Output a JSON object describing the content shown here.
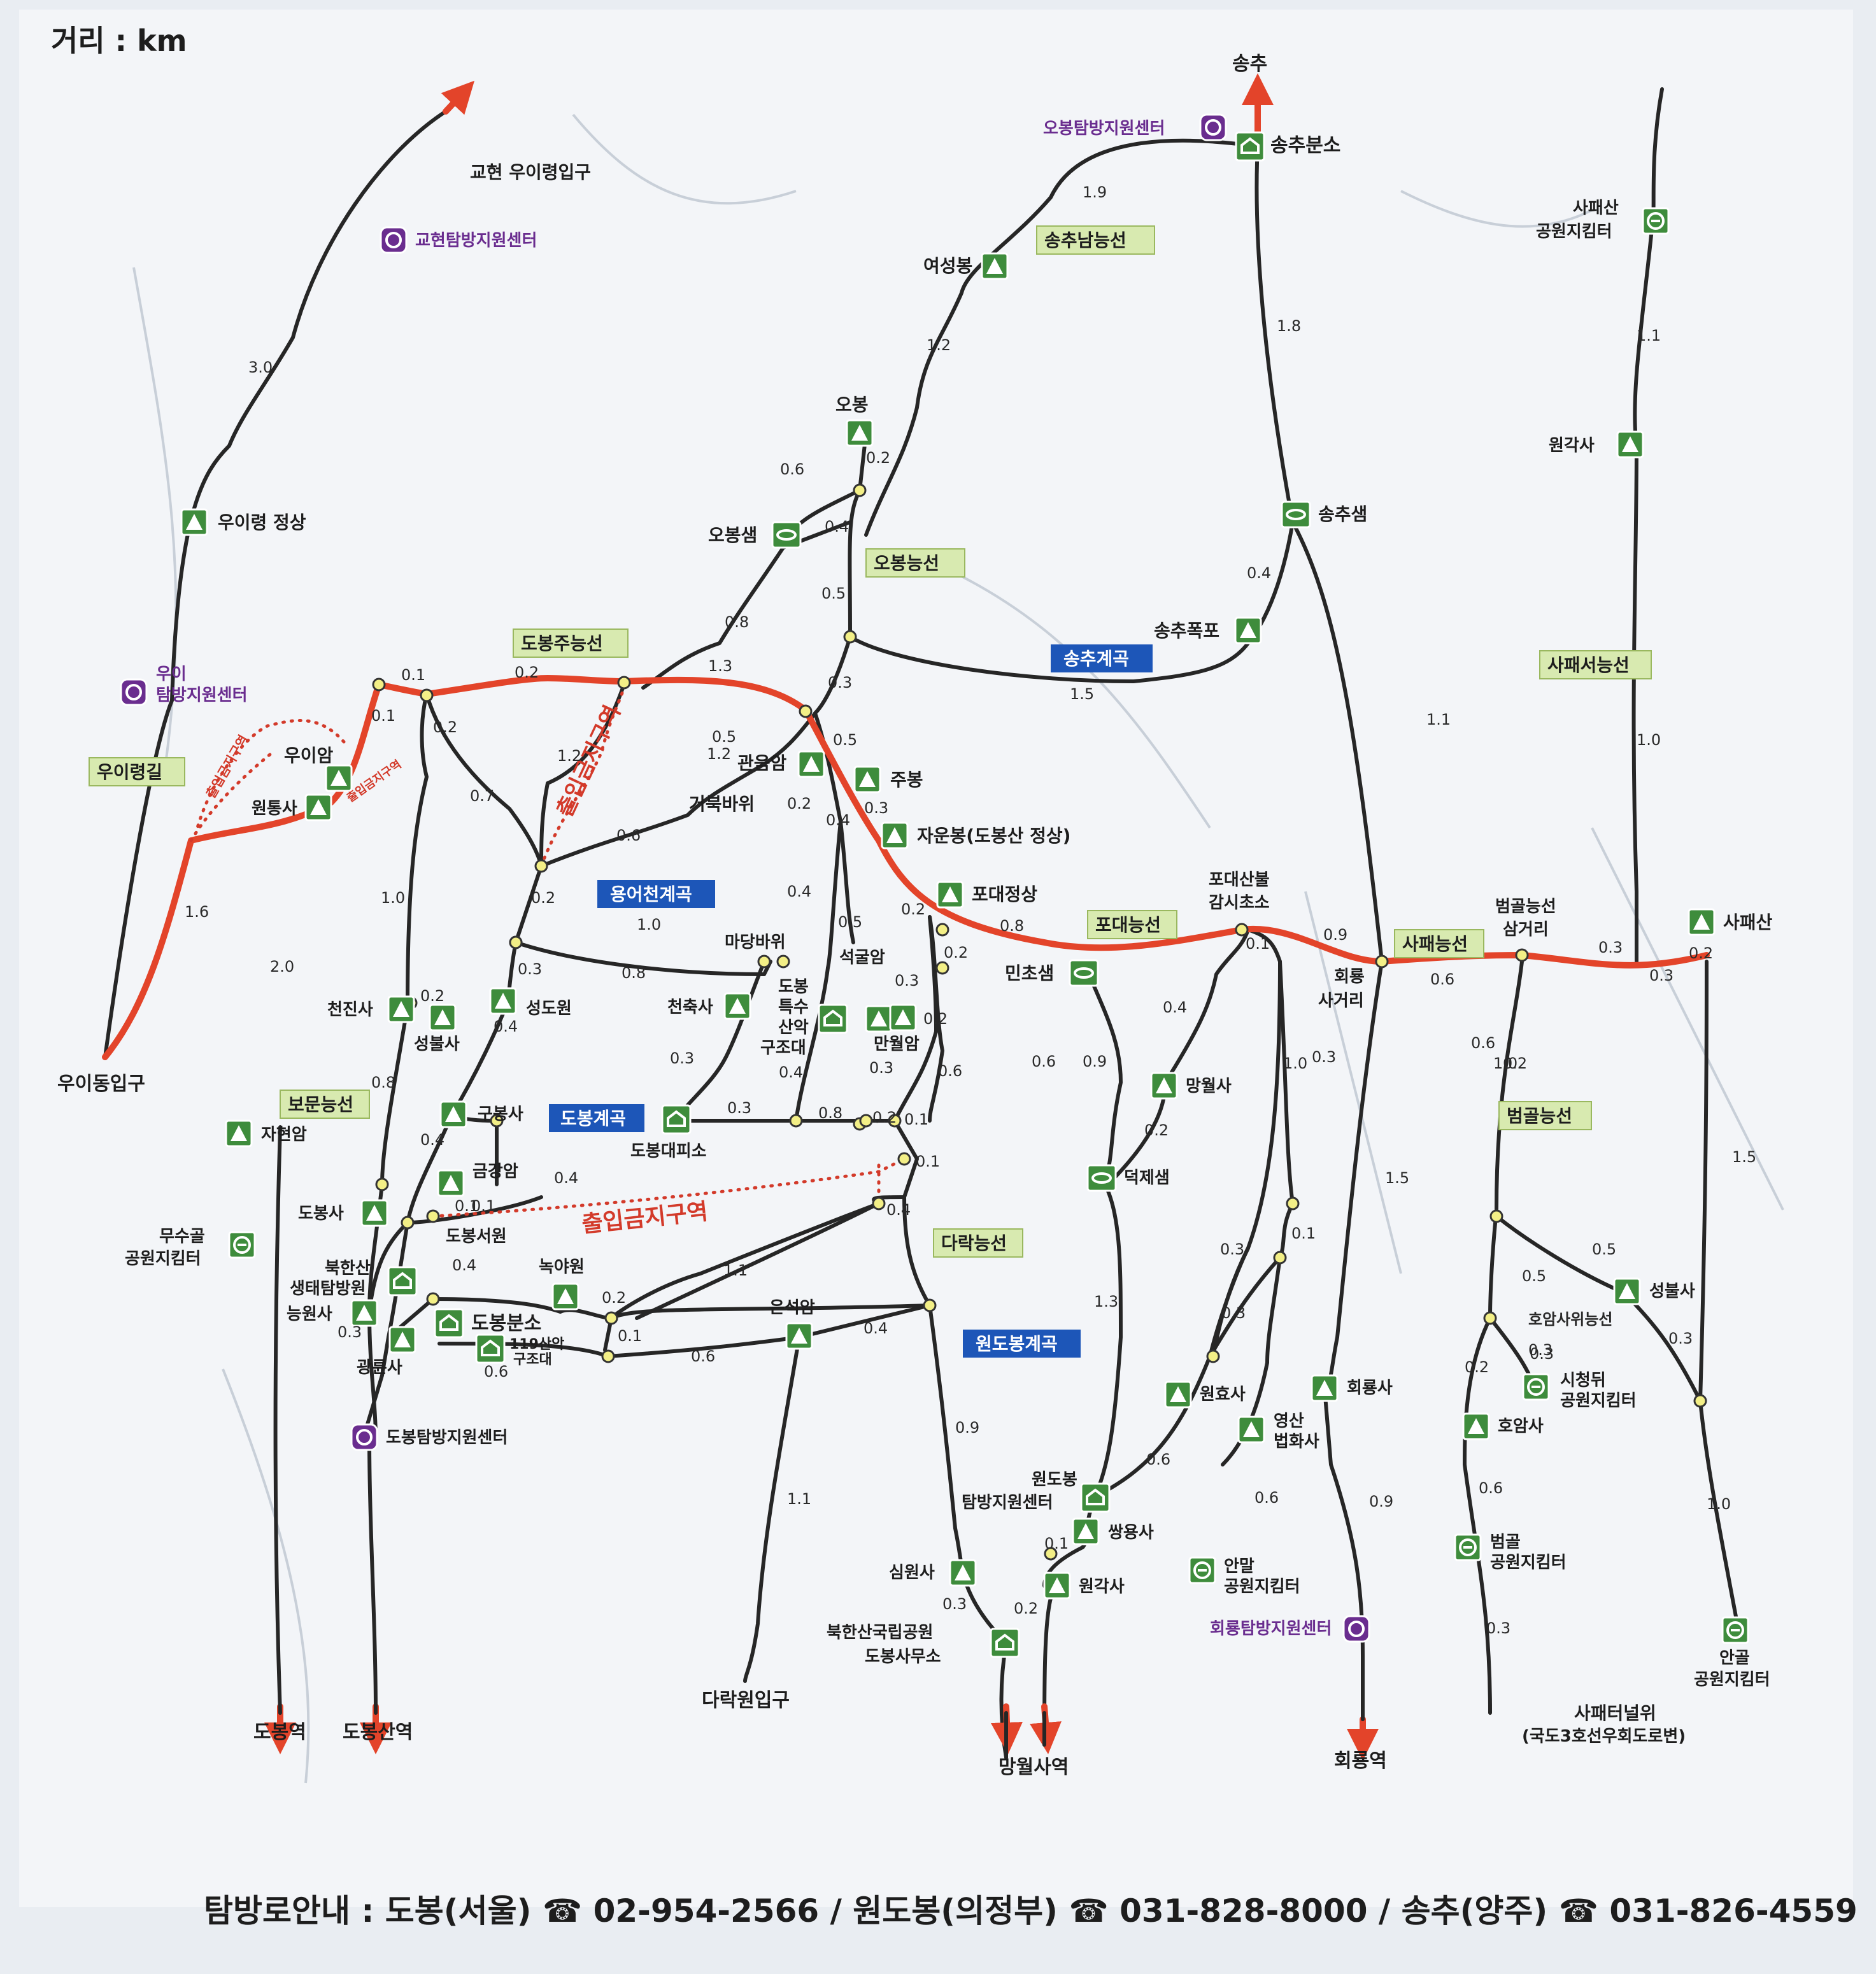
{
  "unit_label": "거리 : km",
  "colors": {
    "main_ridge": "#e3442a",
    "trail": "#262626",
    "peak_icon": "#3e8c3c",
    "center_icon": "#6a2d8f",
    "route_box": "#d8eab0",
    "valley_box": "#1d56b8",
    "restricted": "#d33a2a"
  },
  "destinations": {
    "songchu": "송추",
    "gyohyeon": "교현 우이령입구",
    "uidong": "우이동입구",
    "dobong_station": "도봉역",
    "dobongsan_station": "도봉산역",
    "darakwon": "다락원입구",
    "mangwolsa_station": "망월사역",
    "hoeryong_station": "회룡역",
    "sapae_tunnel": "사패터널위",
    "sapae_tunnel_note": "(국도3호선우회도로변)"
  },
  "route_names": {
    "songchu_south": "송추남능선",
    "obong": "오봉능선",
    "dobong_main": "도봉주능선",
    "uiryeong": "우이령길",
    "bomun": "보문능선",
    "darak": "다락능선",
    "podae": "포대능선",
    "sapae": "사패능선",
    "sapaeseo": "사패서능선",
    "beomgol": "범골능선",
    "hoamsa": "호암사위능선"
  },
  "valleys": {
    "songchu": "송추계곡",
    "yongeocheon": "용어천계곡",
    "dobong": "도봉계곡",
    "wondobong": "원도봉계곡"
  },
  "restricted": {
    "label": "출입금지구역"
  },
  "centers": {
    "obong": "오봉탐방지원센터",
    "gyohyeon": "교현탐방지원센터",
    "ui_line1": "우이",
    "ui_line2": "탐방지원센터",
    "dobong": "도봉탐방지원센터",
    "wondobong_line1": "원도봉",
    "wondobong_line2": "탐방지원센터",
    "hoeryong": "회룡탐방지원센터"
  },
  "places": {
    "songchu_branch": "송추분소",
    "yeoseongbong": "여성봉",
    "obong_peak": "오봉",
    "obongsaem": "오봉샘",
    "songchusaem": "송추샘",
    "songchu_fall": "송추폭포",
    "uiryeong_top": "우이령 정상",
    "uiam": "우이암",
    "wontongsa": "원통사",
    "gwaneumam": "관음암",
    "jubong": "주봉",
    "jaunbong": "자운봉(도봉산 정상)",
    "geobukbawi": "거북바위",
    "podae_peak": "포대정상",
    "minchosaem": "민초샘",
    "podae_post_line1": "포대산불",
    "podae_post_line2": "감시초소",
    "beomgol_jn_line1": "범골능선",
    "beomgol_jn_line2": "삼거리",
    "sapaesan": "사패산",
    "sapae_ranger_line1": "사패산",
    "sapae_ranger_line2": "공원지킴터",
    "wongaksa": "원각사",
    "hoeryong_jn_line1": "회룡",
    "hoeryong_jn_line2": "사거리",
    "madangbawi": "마당바위",
    "seokguram": "석굴암",
    "rescue_line1": "도봉",
    "rescue_line2": "특수",
    "rescue_line3": "산악",
    "rescue_line4": "구조대",
    "cheonchuksa": "천축사",
    "manwolam": "만월암",
    "cheonjinsa": "천진사",
    "seongbulsa": "성불사",
    "seongdowon": "성도원",
    "gubongsa": "구봉사",
    "geumgangam": "금강암",
    "dobong_shelter": "도봉대피소",
    "dobongsa": "도봉사",
    "dobong_seowon": "도봉서원",
    "nokyawon": "녹야원",
    "bukhan_eco_line1": "북한산",
    "bukhan_eco_line2": "생태탐방원",
    "neungwonsa": "능원사",
    "dobong_branch": "도봉분소",
    "rescue119_line1": "119산악",
    "rescue119_line2": "구조대",
    "gwangnyungsa": "광륜사",
    "jahyeonam": "자현암",
    "musugol_line1": "무수골",
    "musugol_line2": "공원지킴터",
    "eunseogam": "은석암",
    "mangwolsa": "망월사",
    "deokjesaem": "덕제샘",
    "wonhyosa": "원효사",
    "yeongsan_line1": "영산",
    "yeongsan_line2": "법화사",
    "ssangyongsa": "쌍용사",
    "wongaksa2": "원각사",
    "simwonsa": "심원사",
    "office_line1": "북한산국립공원",
    "office_line2": "도봉사무소",
    "anmal_line1": "안말",
    "anmal_line2": "공원지킴터",
    "hoeryongsa": "회룡사",
    "seongbulsa2": "성불사",
    "cityhall_line1": "시청뒤",
    "cityhall_line2": "공원지킴터",
    "hoamsa_temple": "호암사",
    "beomgol_ranger_line1": "범골",
    "beomgol_ranger_line2": "공원지킴터",
    "angol_line1": "안골",
    "angol_line2": "공원지킴터"
  },
  "distances": [
    {
      "id": "d1",
      "v": "1.9"
    },
    {
      "id": "d2",
      "v": "1.8"
    },
    {
      "id": "d3",
      "v": "1.1"
    },
    {
      "id": "d4",
      "v": "1.2"
    },
    {
      "id": "d5",
      "v": "3.0"
    },
    {
      "id": "d6",
      "v": "0.6"
    },
    {
      "id": "d7",
      "v": "0.2"
    },
    {
      "id": "d8",
      "v": "0.4"
    },
    {
      "id": "d9",
      "v": "0.5"
    },
    {
      "id": "d10",
      "v": "0.4"
    },
    {
      "id": "d11",
      "v": "0.8"
    },
    {
      "id": "d12",
      "v": "1.1"
    },
    {
      "id": "d13",
      "v": "1.5"
    },
    {
      "id": "d14",
      "v": "0.3"
    },
    {
      "id": "d15",
      "v": "0.1"
    },
    {
      "id": "d16",
      "v": "0.2"
    },
    {
      "id": "d17",
      "v": "1.3"
    },
    {
      "id": "d18",
      "v": "0.1"
    },
    {
      "id": "d19",
      "v": "0.2"
    },
    {
      "id": "d20",
      "v": "1.2"
    },
    {
      "id": "d21",
      "v": "0.5"
    },
    {
      "id": "d22",
      "v": "0.5"
    },
    {
      "id": "d23",
      "v": "1.2"
    },
    {
      "id": "d24",
      "v": "1.0"
    },
    {
      "id": "d25",
      "v": "0.7"
    },
    {
      "id": "d26",
      "v": "0.2"
    },
    {
      "id": "d27",
      "v": "0.3"
    },
    {
      "id": "d28",
      "v": "0.6"
    },
    {
      "id": "d29",
      "v": "0.4"
    },
    {
      "id": "d30",
      "v": "1.6"
    },
    {
      "id": "d31",
      "v": "1.0"
    },
    {
      "id": "d32",
      "v": "0.2"
    },
    {
      "id": "d33",
      "v": "0.4"
    },
    {
      "id": "d34",
      "v": "1.0"
    },
    {
      "id": "d35",
      "v": "0.5"
    },
    {
      "id": "d36",
      "v": "0.2"
    },
    {
      "id": "d37",
      "v": "0.8"
    },
    {
      "id": "d38",
      "v": "0.9"
    },
    {
      "id": "d39",
      "v": "0.1"
    },
    {
      "id": "d40",
      "v": "0.6"
    },
    {
      "id": "d41",
      "v": "0.3"
    },
    {
      "id": "d42",
      "v": "0.3"
    },
    {
      "id": "d43",
      "v": "0.2"
    },
    {
      "id": "d44",
      "v": "2.0"
    },
    {
      "id": "d45",
      "v": "0.3"
    },
    {
      "id": "d46",
      "v": "0.8"
    },
    {
      "id": "d47",
      "v": "0.2"
    },
    {
      "id": "d48",
      "v": "0.3"
    },
    {
      "id": "d49",
      "v": "0.4"
    },
    {
      "id": "d50",
      "v": "0.2"
    },
    {
      "id": "d51",
      "v": "0.4"
    },
    {
      "id": "d52",
      "v": "0.2"
    },
    {
      "id": "d53",
      "v": "0.6"
    },
    {
      "id": "d54",
      "v": "0.3"
    },
    {
      "id": "d55",
      "v": "0.4"
    },
    {
      "id": "d56",
      "v": "0.3"
    },
    {
      "id": "d57",
      "v": "0.3"
    },
    {
      "id": "d58",
      "v": "0.2"
    },
    {
      "id": "d59",
      "v": "0.8"
    },
    {
      "id": "d60",
      "v": "0.1"
    },
    {
      "id": "d61",
      "v": "0.3"
    },
    {
      "id": "d62",
      "v": "0.8"
    },
    {
      "id": "d63",
      "v": "0.2"
    },
    {
      "id": "d64",
      "v": "0.6"
    },
    {
      "id": "d65",
      "v": "0.9"
    },
    {
      "id": "d66",
      "v": "0.2"
    },
    {
      "id": "d67",
      "v": "1.0"
    },
    {
      "id": "d68",
      "v": "1.5"
    },
    {
      "id": "d69",
      "v": "0.6"
    },
    {
      "id": "d70",
      "v": "1.0"
    },
    {
      "id": "d71",
      "v": "1.5"
    },
    {
      "id": "d72",
      "v": "0.5"
    },
    {
      "id": "d73",
      "v": "0.5"
    },
    {
      "id": "d74",
      "v": "0.3"
    },
    {
      "id": "d75",
      "v": "0.3"
    },
    {
      "id": "d76",
      "v": "0.1"
    },
    {
      "id": "d77",
      "v": "0.4"
    },
    {
      "id": "d78",
      "v": "0.4"
    },
    {
      "id": "d79",
      "v": "0.1"
    },
    {
      "id": "d80",
      "v": "0.4"
    },
    {
      "id": "d81",
      "v": "0.2"
    },
    {
      "id": "d82",
      "v": "1.1"
    },
    {
      "id": "d83",
      "v": "0.4"
    },
    {
      "id": "d84",
      "v": "0.1"
    },
    {
      "id": "d85",
      "v": "0.6"
    },
    {
      "id": "d86",
      "v": "0.6"
    },
    {
      "id": "d87",
      "v": "1.3"
    },
    {
      "id": "d88",
      "v": "0.3"
    },
    {
      "id": "d89",
      "v": "0.1"
    },
    {
      "id": "d90",
      "v": "0.3"
    },
    {
      "id": "d91",
      "v": "1.1"
    },
    {
      "id": "d92",
      "v": "0.9"
    },
    {
      "id": "d93",
      "v": "0.6"
    },
    {
      "id": "d94",
      "v": "0.1"
    },
    {
      "id": "d95",
      "v": "0.2"
    },
    {
      "id": "d96",
      "v": "0.3"
    },
    {
      "id": "d97",
      "v": "0.6"
    },
    {
      "id": "d98",
      "v": "0.9"
    },
    {
      "id": "d99",
      "v": "0.2"
    },
    {
      "id": "d100",
      "v": "0.3"
    },
    {
      "id": "d101",
      "v": "0.6"
    },
    {
      "id": "d102",
      "v": "0.3"
    },
    {
      "id": "d103",
      "v": "1.0"
    },
    {
      "id": "d104",
      "v": "0.3"
    },
    {
      "id": "d105",
      "v": "0.4"
    },
    {
      "id": "d106",
      "v": "0.1"
    }
  ],
  "footer": "탐방로안내 : 도봉(서울) ☎ 02-954-2566 / 원도봉(의정부) ☎ 031-828-8000 / 송추(양주) ☎ 031-826-4559"
}
